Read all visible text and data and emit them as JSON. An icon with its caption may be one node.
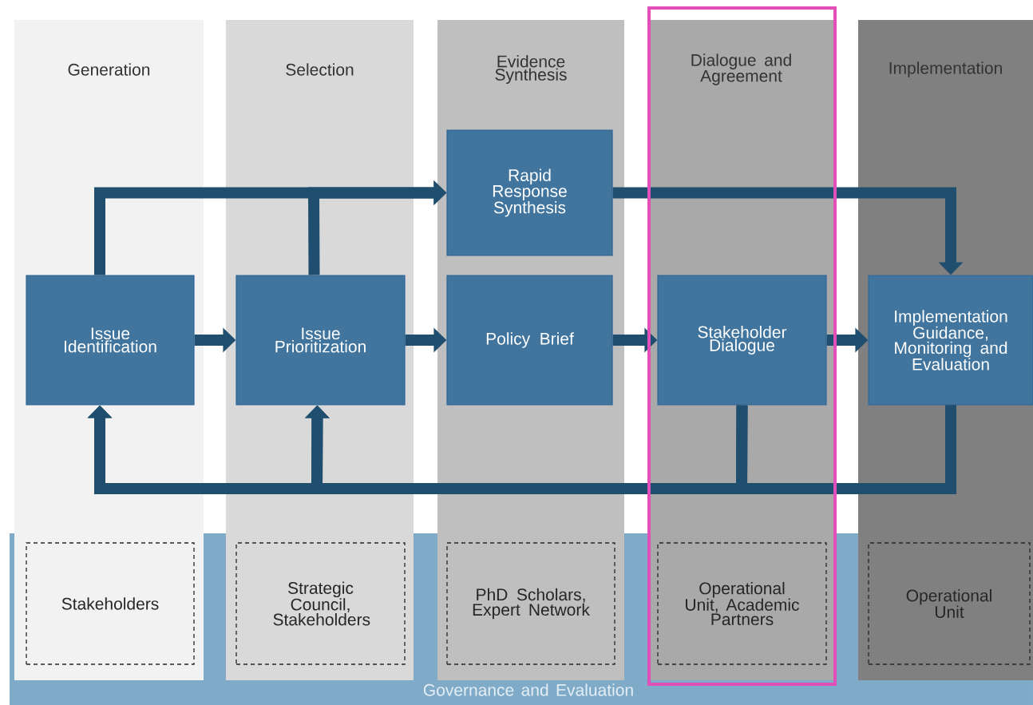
{
  "diagram": {
    "nodes": [
      {
        "text": [
          "Generation"
        ]
      },
      {
        "text": [
          "Selection"
        ]
      },
      {
        "text": [
          "Evidence Synthesis"
        ]
      },
      {
        "text": [
          "Dialogue and Agreement"
        ]
      },
      {
        "text": [
          "Implementation"
        ]
      },
      {
        "text": [
          "Issue Identification"
        ],
        "in": 0
      },
      {
        "text": [
          "Issue Prioritization"
        ],
        "in": 1
      },
      {
        "text": [
          "Rapid Response Synthesis"
        ],
        "in": 2
      },
      {
        "text": [
          "Policy Brief"
        ],
        "in": 2
      },
      {
        "text": [
          "Stakeholder Dialogue"
        ],
        "in": 3
      },
      {
        "text": [
          "Implementation Guidance, Monitoring and Evaluation"
        ],
        "in": 4
      },
      {
        "text": [
          "Governance and Evaluation"
        ]
      },
      {
        "text": [
          "Stakeholders"
        ]
      },
      {
        "text": [
          "Strategic Council, Stakeholders"
        ]
      },
      {
        "text": [
          "PhD Scholars, Expert Network"
        ]
      },
      {
        "text": [
          "Operational Unit, Academic Partners"
        ]
      },
      {
        "text": [
          "Operational Unit"
        ]
      }
    ],
    "edges": [
      {
        "from": 5,
        "to": 6,
        "arrow": "to"
      },
      {
        "from": 6,
        "to": 8,
        "arrow": "to"
      },
      {
        "from": 8,
        "to": 9,
        "arrow": "to"
      },
      {
        "from": 9,
        "to": 10,
        "arrow": "to"
      },
      {
        "from": 5,
        "to": 7,
        "arrow": "to"
      },
      {
        "from": 6,
        "to": 7,
        "arrow": "to"
      },
      {
        "from": 7,
        "to": 10,
        "arrow": "to"
      },
      {
        "from": 9,
        "to": 5,
        "arrow": "to"
      },
      {
        "from": 9,
        "to": 6,
        "arrow": "to"
      },
      {
        "from": 10,
        "to": 5,
        "arrow": "to"
      },
      {
        "from": 10,
        "to": 6,
        "arrow": "to"
      }
    ]
  }
}
